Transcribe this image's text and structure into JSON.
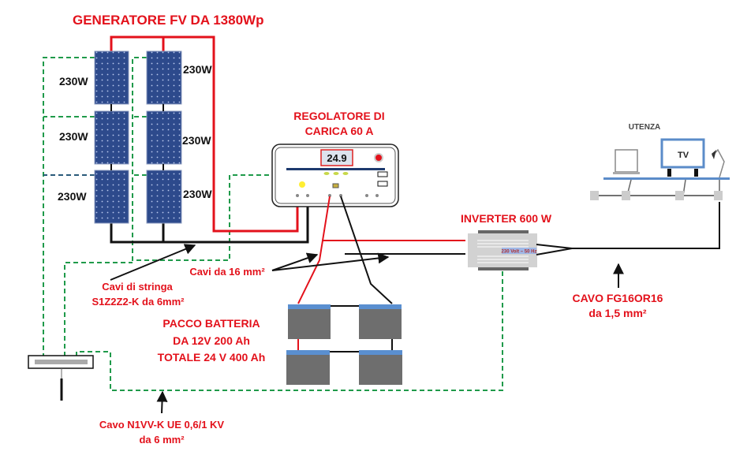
{
  "title": "GENERATORE FV DA 1380Wp",
  "panels": {
    "left_labels": [
      "230W",
      "230W",
      "230W"
    ],
    "right_labels": [
      "230W",
      "230W",
      "230W"
    ]
  },
  "regulator": {
    "title_line1": "REGOLATORE DI",
    "title_line2": "CARICA 60 A",
    "display": "24.9"
  },
  "inverter": {
    "title": "INVERTER 600 W",
    "label": "230 Volt – 50 Hz"
  },
  "loads": {
    "title": "UTENZA",
    "tv_label": "TV"
  },
  "battery": {
    "line1": "PACCO BATTERIA",
    "line2": "DA 12V 200 Ah",
    "line3": "TOTALE 24 V 400 Ah"
  },
  "cables": {
    "main_16": "Cavi da 16 mm²",
    "string_line1": "Cavi di stringa",
    "string_line2": "S1Z2Z2-K da 6mm²",
    "ground_line1": "Cavo N1VV-K UE 0,6/1 KV",
    "ground_line2": "da 6 mm²",
    "ac_line1": "CAVO FG16OR16",
    "ac_line2": "da 1,5 mm²"
  },
  "colors": {
    "positive": "#e3111b",
    "negative": "#111111",
    "ground": "#1f9a4a",
    "panel": "#2d4a8c",
    "battery": "#7a7a7a"
  }
}
